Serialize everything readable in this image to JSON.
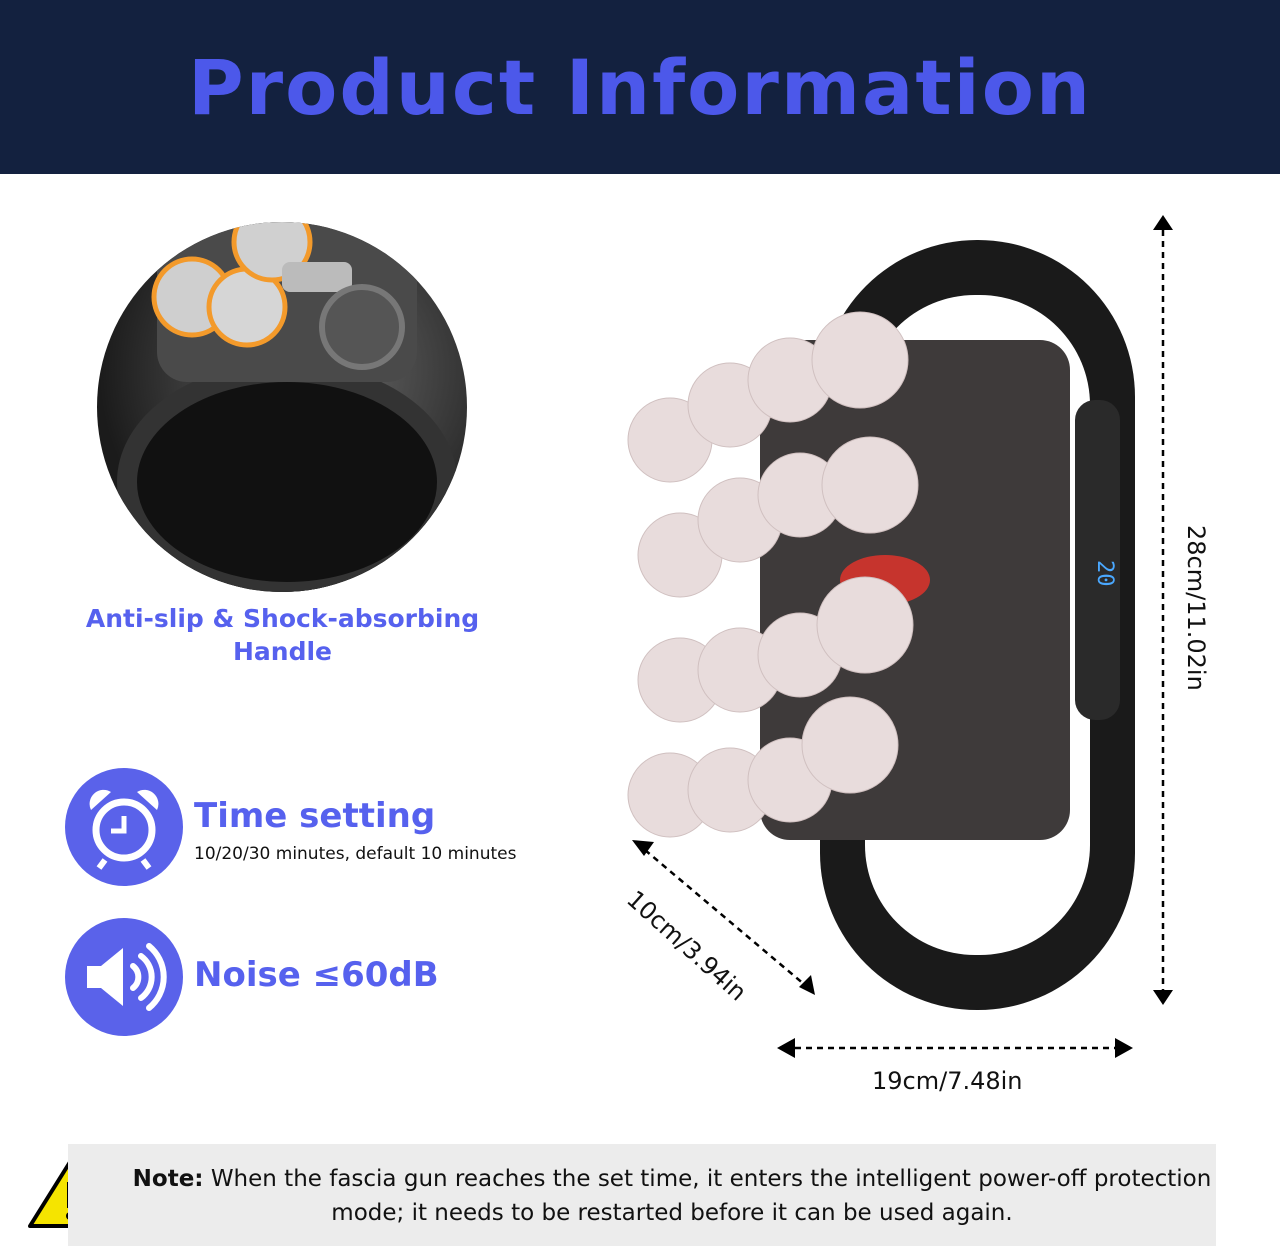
{
  "header": {
    "title": "Product Information"
  },
  "handle": {
    "caption": "Anti-slip & Shock-absorbing Handle"
  },
  "features": [
    {
      "icon": "alarm-clock-icon",
      "title": "Time setting",
      "subtitle": "10/20/30 minutes, default 10 minutes"
    },
    {
      "icon": "speaker-icon",
      "title": "Noise ≤60dB"
    }
  ],
  "device": {
    "display": "20"
  },
  "dimensions": {
    "height": "28cm/11.02in",
    "depth": "10cm/3.94in",
    "width": "19cm/7.48in"
  },
  "note": {
    "label": "Note:",
    "text": "When the fascia gun reaches the set time, it enters the intelligent power-off protection mode; it needs to be restarted before it can be used again."
  },
  "colors": {
    "header_bg": "#13213f",
    "accent": "#5661ee",
    "note_bg": "#ececec",
    "warning": "#f5e400"
  }
}
